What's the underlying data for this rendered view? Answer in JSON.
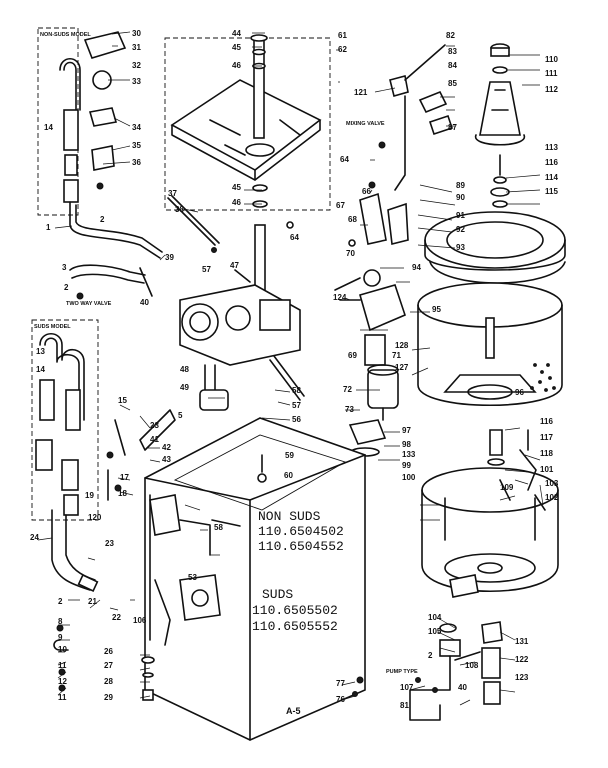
{
  "diagram": {
    "model_groups": [
      {
        "label": "NON SUDS",
        "models": [
          "110.6504502",
          "110.6504552"
        ]
      },
      {
        "label": "SUDS",
        "models": [
          "110.6505502",
          "110.6505552"
        ]
      }
    ],
    "notes": {
      "non_suds_model": "NON-SUDS MODEL",
      "suds_model": "SUDS MODEL",
      "two_way_valve": "TWO WAY VALVE",
      "mixing_valve": "MIXING VALVE",
      "pump_type": "PUMP TYPE"
    },
    "page_number": "A-5",
    "callouts": [
      {
        "id": "c30",
        "text": "30"
      },
      {
        "id": "c31",
        "text": "31"
      },
      {
        "id": "c32",
        "text": "32"
      },
      {
        "id": "c33",
        "text": "33"
      },
      {
        "id": "c14a",
        "text": "14"
      },
      {
        "id": "c34",
        "text": "34"
      },
      {
        "id": "c35",
        "text": "35"
      },
      {
        "id": "c36",
        "text": "36"
      },
      {
        "id": "c1a",
        "text": "1"
      },
      {
        "id": "c2a",
        "text": "2"
      },
      {
        "id": "c39",
        "text": "39"
      },
      {
        "id": "c3",
        "text": "3"
      },
      {
        "id": "c2b",
        "text": "2"
      },
      {
        "id": "c40",
        "text": "40"
      },
      {
        "id": "c37a",
        "text": "37"
      },
      {
        "id": "c38",
        "text": "38"
      },
      {
        "id": "c44",
        "text": "44"
      },
      {
        "id": "c45a",
        "text": "45"
      },
      {
        "id": "c46a",
        "text": "46"
      },
      {
        "id": "c61",
        "text": "61"
      },
      {
        "id": "c62",
        "text": "62"
      },
      {
        "id": "c45b",
        "text": "45"
      },
      {
        "id": "c46b",
        "text": "46"
      },
      {
        "id": "c57a",
        "text": "57"
      },
      {
        "id": "c47",
        "text": "47"
      },
      {
        "id": "c64a",
        "text": "64"
      },
      {
        "id": "c121",
        "text": "121"
      },
      {
        "id": "c82",
        "text": "82"
      },
      {
        "id": "c83",
        "text": "83"
      },
      {
        "id": "c84",
        "text": "84"
      },
      {
        "id": "c85",
        "text": "85"
      },
      {
        "id": "c87",
        "text": "87"
      },
      {
        "id": "c110",
        "text": "110"
      },
      {
        "id": "c111",
        "text": "111"
      },
      {
        "id": "c112",
        "text": "112"
      },
      {
        "id": "c113",
        "text": "113"
      },
      {
        "id": "c116",
        "text": "116"
      },
      {
        "id": "c114",
        "text": "114"
      },
      {
        "id": "c115",
        "text": "115"
      },
      {
        "id": "c64b",
        "text": "64"
      },
      {
        "id": "c66",
        "text": "66"
      },
      {
        "id": "c67",
        "text": "67"
      },
      {
        "id": "c68",
        "text": "68"
      },
      {
        "id": "c89",
        "text": "89"
      },
      {
        "id": "c90",
        "text": "90"
      },
      {
        "id": "c91",
        "text": "91"
      },
      {
        "id": "c92",
        "text": "92"
      },
      {
        "id": "c70",
        "text": "70"
      },
      {
        "id": "c93",
        "text": "93"
      },
      {
        "id": "c94",
        "text": "94"
      },
      {
        "id": "c124",
        "text": "124"
      },
      {
        "id": "c95",
        "text": "95"
      },
      {
        "id": "c69",
        "text": "69"
      },
      {
        "id": "c71",
        "text": "71"
      },
      {
        "id": "c128",
        "text": "128"
      },
      {
        "id": "c127",
        "text": "127"
      },
      {
        "id": "c96",
        "text": "96"
      },
      {
        "id": "c72",
        "text": "72"
      },
      {
        "id": "c73",
        "text": "73"
      },
      {
        "id": "c48",
        "text": "48"
      },
      {
        "id": "c49",
        "text": "49"
      },
      {
        "id": "c58a",
        "text": "58"
      },
      {
        "id": "c57b",
        "text": "57"
      },
      {
        "id": "c56",
        "text": "56"
      },
      {
        "id": "c13a",
        "text": "13"
      },
      {
        "id": "c14b",
        "text": "14"
      },
      {
        "id": "c15",
        "text": "15"
      },
      {
        "id": "c5",
        "text": "5"
      },
      {
        "id": "c23a",
        "text": "23"
      },
      {
        "id": "c41",
        "text": "41"
      },
      {
        "id": "c42",
        "text": "42"
      },
      {
        "id": "c43",
        "text": "43"
      },
      {
        "id": "c17",
        "text": "17"
      },
      {
        "id": "c18",
        "text": "18"
      },
      {
        "id": "c19",
        "text": "19"
      },
      {
        "id": "c120",
        "text": "120"
      },
      {
        "id": "c58b",
        "text": "58"
      },
      {
        "id": "c59",
        "text": "59"
      },
      {
        "id": "c60",
        "text": "60"
      },
      {
        "id": "c97",
        "text": "97"
      },
      {
        "id": "c98",
        "text": "98"
      },
      {
        "id": "c133",
        "text": "133"
      },
      {
        "id": "c99",
        "text": "99"
      },
      {
        "id": "c100",
        "text": "100"
      },
      {
        "id": "c116b",
        "text": "116"
      },
      {
        "id": "c117",
        "text": "117"
      },
      {
        "id": "c118",
        "text": "118"
      },
      {
        "id": "c101",
        "text": "101"
      },
      {
        "id": "c103",
        "text": "103"
      },
      {
        "id": "c109",
        "text": "109"
      },
      {
        "id": "c102",
        "text": "102"
      },
      {
        "id": "c24",
        "text": "24"
      },
      {
        "id": "c23b",
        "text": "23"
      },
      {
        "id": "c2c",
        "text": "2"
      },
      {
        "id": "c21",
        "text": "21"
      },
      {
        "id": "c22",
        "text": "22"
      },
      {
        "id": "c106",
        "text": "106"
      },
      {
        "id": "c8",
        "text": "8"
      },
      {
        "id": "c9",
        "text": "9"
      },
      {
        "id": "c10",
        "text": "10"
      },
      {
        "id": "c11a",
        "text": "11"
      },
      {
        "id": "c12",
        "text": "12"
      },
      {
        "id": "c11b",
        "text": "11"
      },
      {
        "id": "c53",
        "text": "53"
      },
      {
        "id": "c26",
        "text": "26"
      },
      {
        "id": "c27",
        "text": "27"
      },
      {
        "id": "c28",
        "text": "28"
      },
      {
        "id": "c29",
        "text": "29"
      },
      {
        "id": "c104",
        "text": "104"
      },
      {
        "id": "c105",
        "text": "105"
      },
      {
        "id": "c2d",
        "text": "2"
      },
      {
        "id": "c108",
        "text": "108"
      },
      {
        "id": "c107",
        "text": "107"
      },
      {
        "id": "c81",
        "text": "81"
      },
      {
        "id": "c40b",
        "text": "40"
      },
      {
        "id": "c131",
        "text": "131"
      },
      {
        "id": "c122",
        "text": "122"
      },
      {
        "id": "c123",
        "text": "123"
      },
      {
        "id": "c77",
        "text": "77"
      },
      {
        "id": "c76",
        "text": "76"
      }
    ]
  }
}
